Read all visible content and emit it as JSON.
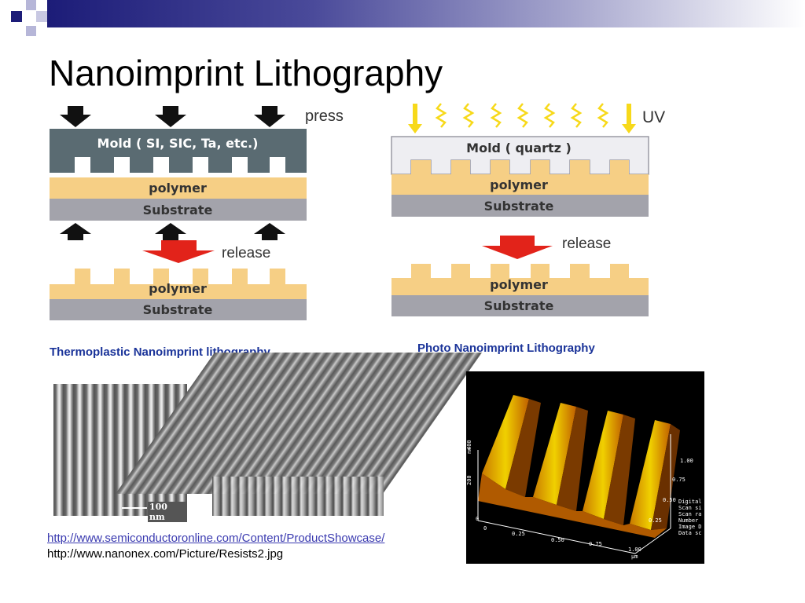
{
  "slide": {
    "title": "Nanoimprint Lithography"
  },
  "thermal": {
    "caption": "Thermoplastic Nanoimprint lithography",
    "mold_label": "Mold ( SI, SIC, Ta, etc.)",
    "polymer": "polymer",
    "substrate": "Substrate",
    "press": "press",
    "release": "release"
  },
  "photo": {
    "caption": "Photo Nanoimprint Lithography",
    "mold_label": "Mold ( quartz )",
    "polymer": "polymer",
    "substrate": "Substrate",
    "uv": "UV",
    "release": "release"
  },
  "sem": {
    "scale": "100 nm"
  },
  "afm": {
    "z_unit": "nm",
    "z_ticks": [
      "0",
      "200",
      "400"
    ],
    "x_ticks": [
      "0",
      "0.25",
      "0.50",
      "0.75",
      "1.00"
    ],
    "x_unit": "µm",
    "y_ticks": [
      "0.25",
      "0.50",
      "0.75",
      "1.00"
    ],
    "info": [
      "Digital",
      "Scan si",
      "Scan ra",
      "Number",
      "Image D",
      "Data sc"
    ]
  },
  "links": {
    "url1": "http://www.semiconductoronline.com/Content/ProductShowcase/",
    "url2": "http://www.nanonex.com/Picture/Resists2.jpg"
  },
  "colors": {
    "mold_dark": "#5a6b72",
    "mold_light": "#eeeef2",
    "polymer": "#f6cf85",
    "substrate": "#a3a3ab",
    "arrow_red": "#e2231a",
    "uv_yellow": "#f7d91a",
    "caption_blue": "#1a3399"
  }
}
